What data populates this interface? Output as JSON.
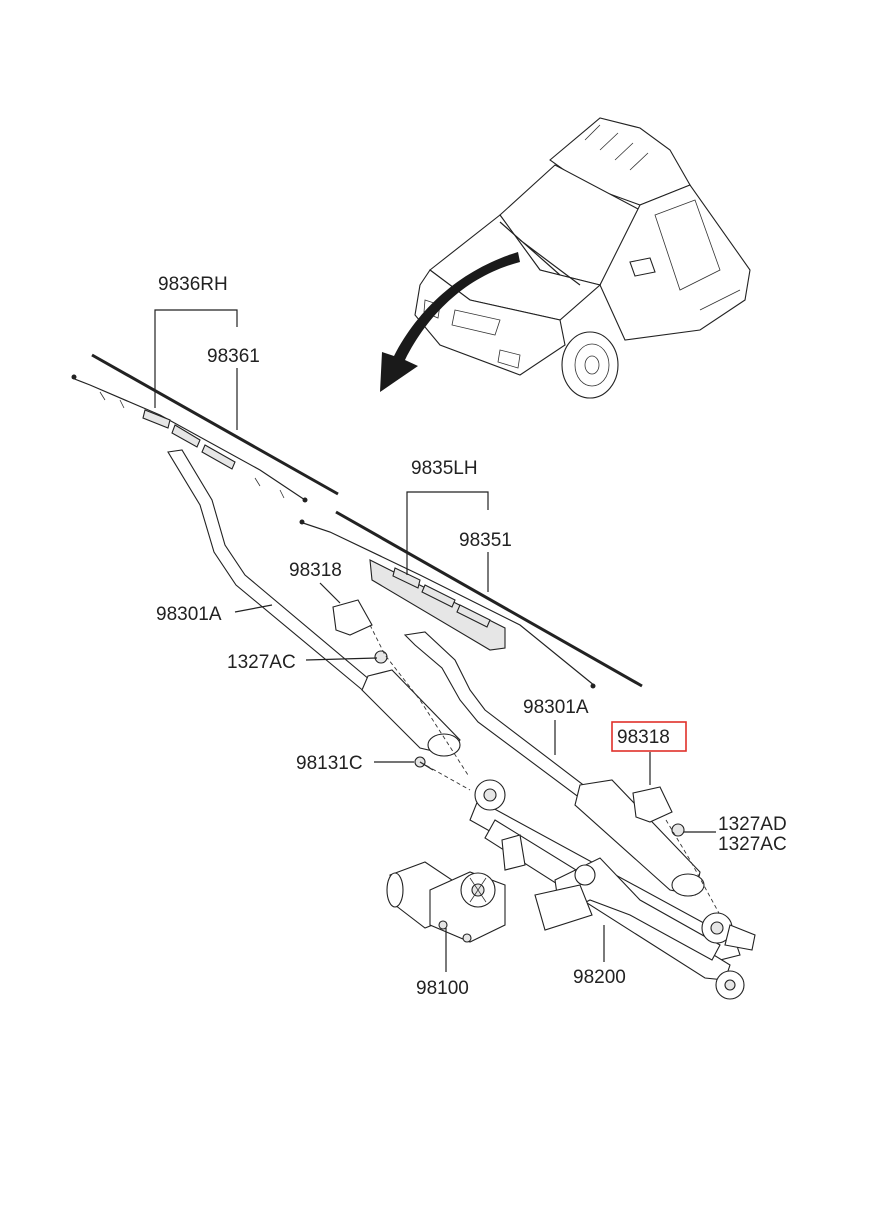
{
  "labels": {
    "rh_blade_assy": "9836RH",
    "rh_blade_refill": "98361",
    "lh_blade_assy": "9835LH",
    "lh_blade_refill": "98351",
    "cap_left": "98318",
    "arm_left": "98301A",
    "nut_left": "1327AC",
    "arm_right": "98301A",
    "cap_right_highlighted": "98318",
    "nut_right_1": "1327AD",
    "nut_right_2": "1327AC",
    "bolt": "98131C",
    "motor": "98100",
    "linkage": "98200"
  },
  "highlight_color": "#e0302a",
  "line_color": "#222222"
}
